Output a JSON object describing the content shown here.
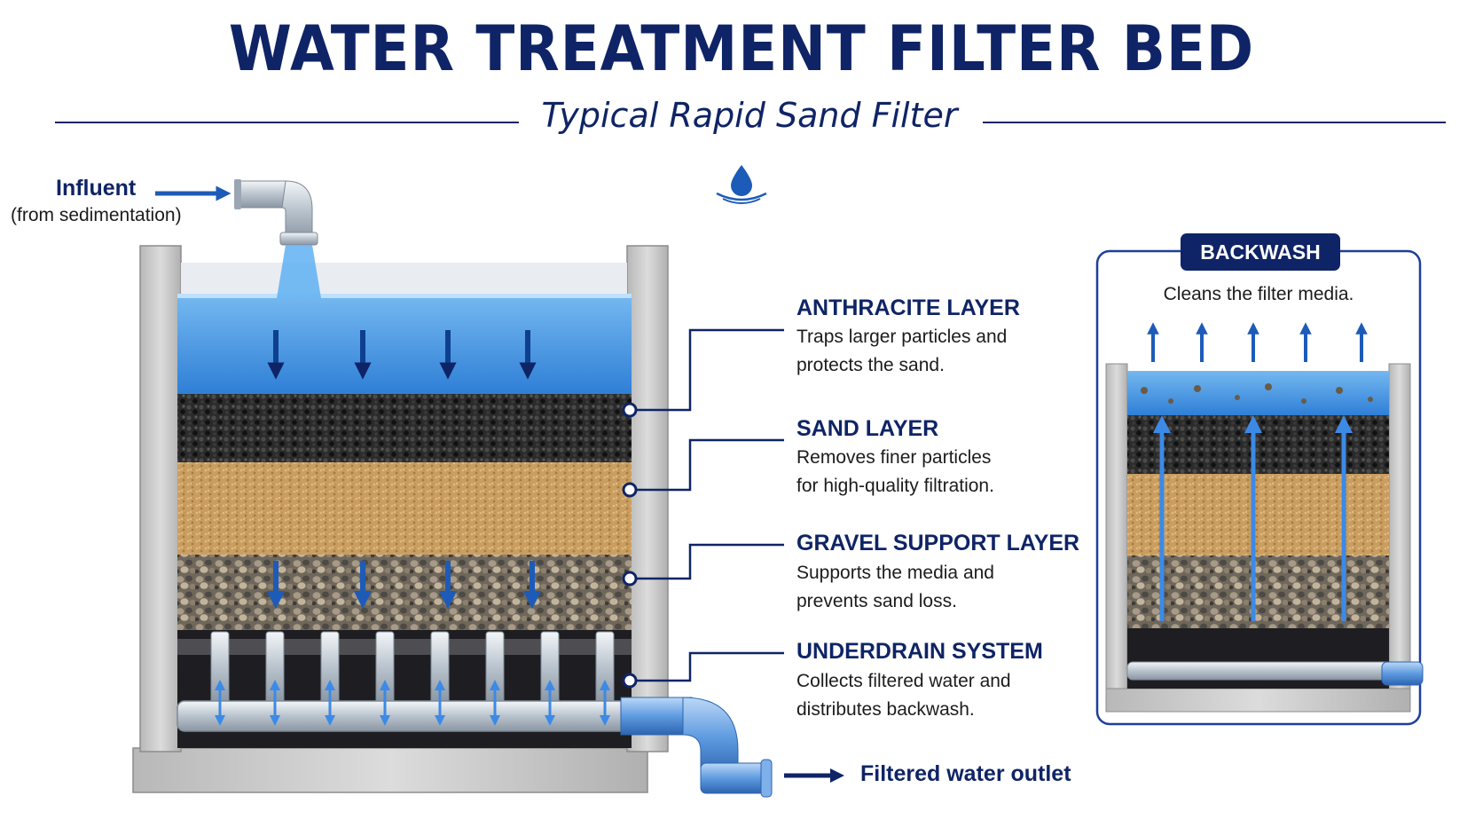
{
  "header": {
    "title": "WATER TREATMENT FILTER BED",
    "subtitle": "Typical Rapid Sand Filter"
  },
  "influent": {
    "label": "Influent",
    "sublabel": "(from sedimentation)"
  },
  "outlet": {
    "label": "Filtered water outlet"
  },
  "layers": [
    {
      "id": "anthracite",
      "title": "ANTHRACITE LAYER",
      "lines": [
        "Traps larger particles and",
        "protects the sand."
      ]
    },
    {
      "id": "sand",
      "title": "SAND LAYER",
      "lines": [
        "Removes finer particles",
        "for high-quality filtration."
      ]
    },
    {
      "id": "gravel",
      "title": "GRAVEL SUPPORT LAYER",
      "lines": [
        "Supports the media and",
        "prevents sand loss."
      ]
    },
    {
      "id": "underdrain",
      "title": "UNDERDRAIN SYSTEM",
      "lines": [
        "Collects filtered water and",
        "distributes backwash."
      ]
    }
  ],
  "backwash": {
    "badge": "BACKWASH",
    "caption": "Cleans the filter media."
  },
  "colors": {
    "navy": "#0f2466",
    "arrow_blue": "#1d5bb8",
    "water": "#4a9de6",
    "anthracite": "#2a2a2a",
    "sand": "#c79a5c",
    "gravel": "#8a8276",
    "concrete": "#c9c9c9",
    "pipe": "#cfd6de"
  },
  "icons": {
    "water_drop": "water-drop-icon"
  }
}
